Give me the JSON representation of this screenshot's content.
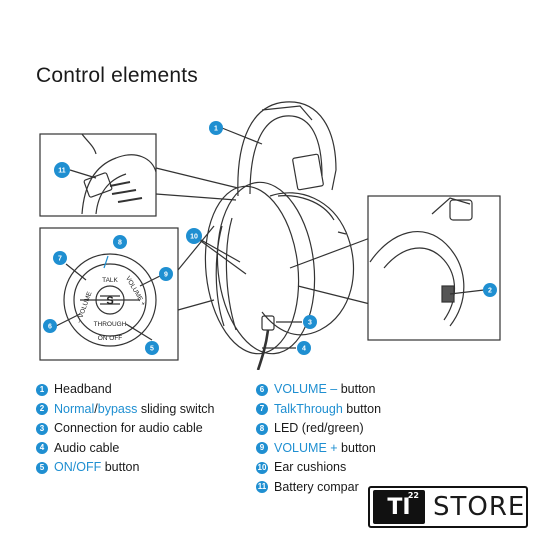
{
  "title": "Control elements",
  "callouts": [
    "1",
    "2",
    "3",
    "4",
    "5",
    "6",
    "7",
    "8",
    "9",
    "10",
    "11"
  ],
  "dial": {
    "brand_mark": "S",
    "volume_minus": "– VOLUME",
    "talk": "TALK",
    "volume_plus": "VOLUME +",
    "through": "THROUGH",
    "on_off": "ON OFF"
  },
  "legend_left": [
    {
      "num": "1",
      "parts": [
        {
          "text": "Headband",
          "accent": false
        }
      ]
    },
    {
      "num": "2",
      "parts": [
        {
          "text": "Normal",
          "accent": true
        },
        {
          "text": "/",
          "accent": false
        },
        {
          "text": "bypass",
          "accent": true
        },
        {
          "text": " sliding switch",
          "accent": false
        }
      ]
    },
    {
      "num": "3",
      "parts": [
        {
          "text": "Connection for audio cable",
          "accent": false
        }
      ]
    },
    {
      "num": "4",
      "parts": [
        {
          "text": "Audio cable",
          "accent": false
        }
      ]
    },
    {
      "num": "5",
      "parts": [
        {
          "text": "ON/OFF",
          "accent": true
        },
        {
          "text": " button",
          "accent": false
        }
      ]
    }
  ],
  "legend_right": [
    {
      "num": "6",
      "parts": [
        {
          "text": "VOLUME –",
          "accent": true
        },
        {
          "text": " button",
          "accent": false
        }
      ]
    },
    {
      "num": "7",
      "parts": [
        {
          "text": "TalkThrough",
          "accent": true
        },
        {
          "text": " button",
          "accent": false
        }
      ]
    },
    {
      "num": "8",
      "parts": [
        {
          "text": "LED (red/green)",
          "accent": false
        }
      ]
    },
    {
      "num": "9",
      "parts": [
        {
          "text": "VOLUME +",
          "accent": true
        },
        {
          "text": " button",
          "accent": false
        }
      ]
    },
    {
      "num": "10",
      "parts": [
        {
          "text": "Ear cushions",
          "accent": false
        }
      ]
    },
    {
      "num": "11",
      "parts": [
        {
          "text": "Battery compar",
          "accent": false
        }
      ]
    }
  ],
  "store": {
    "mark": "TI",
    "superscript": "22",
    "label": "STORE"
  },
  "colors": {
    "accent": "#1f8fd1",
    "ink": "#1a1a1a",
    "line": "#333333"
  }
}
